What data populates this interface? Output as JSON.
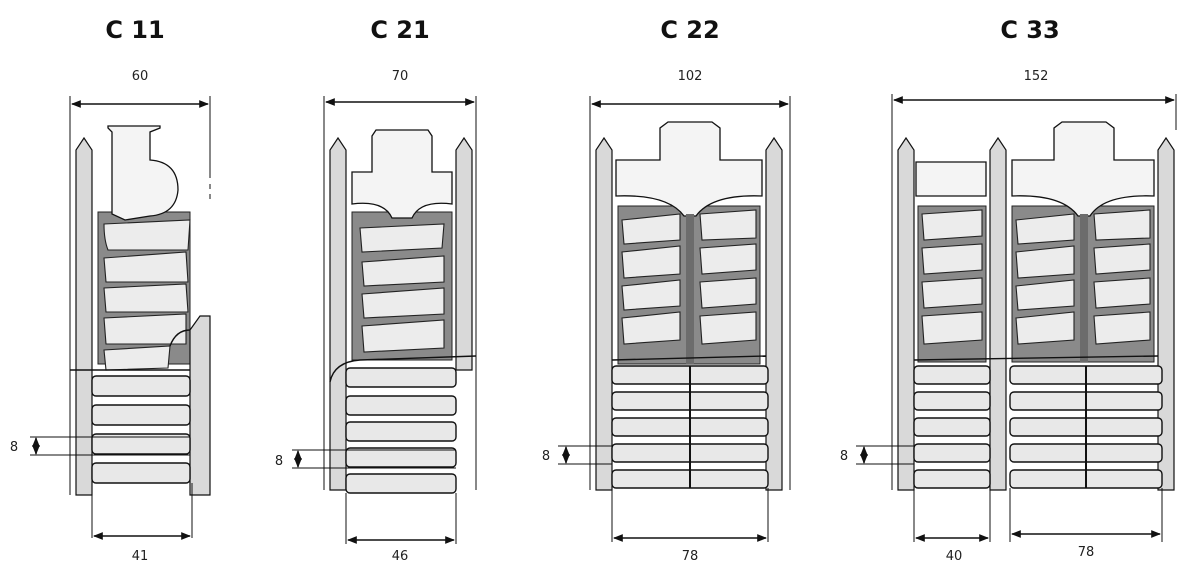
{
  "radiators": [
    {
      "name": "C 11",
      "width_label": "60",
      "gap_label": "8",
      "bottom_labels": [
        "41"
      ]
    },
    {
      "name": "C 21",
      "width_label": "70",
      "gap_label": "8",
      "bottom_labels": [
        "46"
      ]
    },
    {
      "name": "C 22",
      "width_label": "102",
      "gap_label": "8",
      "bottom_labels": [
        "78"
      ]
    },
    {
      "name": "C 33",
      "width_label": "152",
      "gap_label": "8",
      "bottom_labels": [
        "40",
        "78"
      ]
    }
  ],
  "colors": {
    "line": "#111111",
    "steel": "#d9d9d9",
    "shadow": "#8a8a8a"
  }
}
